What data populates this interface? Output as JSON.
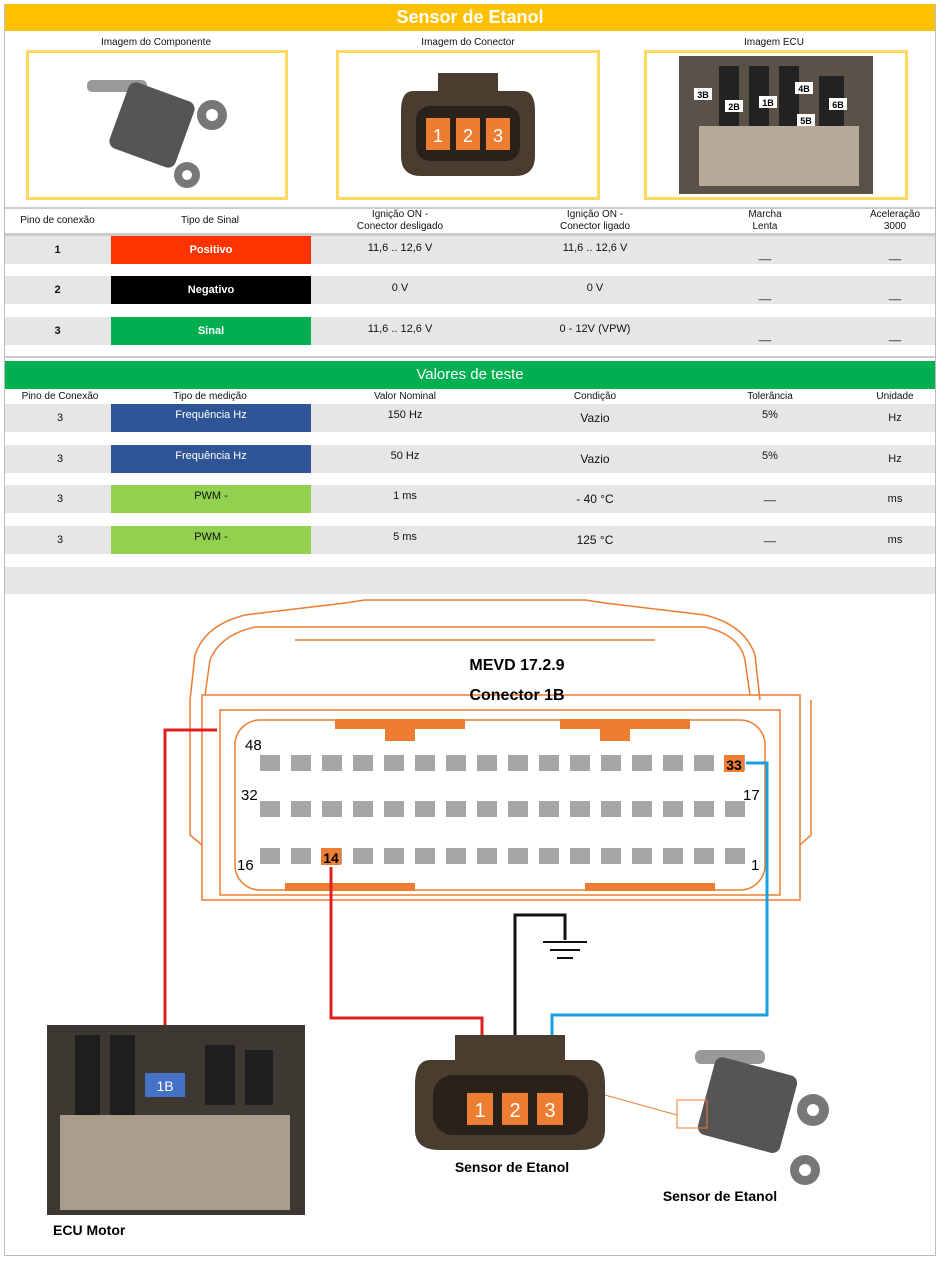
{
  "title": "Sensor de Etanol",
  "images": {
    "component": "Imagem do Componente",
    "connector": "Imagem do Conector",
    "ecu": "Imagem ECU",
    "connector_pins": [
      "1",
      "2",
      "3"
    ],
    "ecu_labels": [
      "3B",
      "2B",
      "1B",
      "4B",
      "5B",
      "6B"
    ]
  },
  "signal_table": {
    "headers": [
      "Pino de conexão",
      "Tipo de Sinal",
      "Ignição ON -\nConector desligado",
      "Ignição ON -\nConector ligado",
      "Marcha\nLenta",
      "Aceleração\n3000"
    ],
    "rows": [
      {
        "pin": "1",
        "type": "Positivo",
        "color": "#FF3300",
        "off": "11,6 .. 12,6 V",
        "on": "11,6 .. 12,6 V",
        "idle": "__",
        "accel": "__"
      },
      {
        "pin": "2",
        "type": "Negativo",
        "color": "#000000",
        "off": "0 V",
        "on": "0 V",
        "idle": "__",
        "accel": "__"
      },
      {
        "pin": "3",
        "type": "Sinal",
        "color": "#00B050",
        "off": "11,6 .. 12,6 V",
        "on": "0 - 12V (VPW)",
        "idle": "__",
        "accel": "__"
      }
    ]
  },
  "test_section": "Valores de teste",
  "test_table": {
    "headers": [
      "Pino de Conexão",
      "Tipo de medição",
      "Valor Nominal",
      "Condição",
      "Tolerância",
      "Unidade"
    ],
    "rows": [
      {
        "pin": "3",
        "type": "Frequência Hz",
        "color": "#2F5597",
        "nominal": "150 Hz",
        "cond": "Vazio",
        "tol": "5%",
        "unit": "Hz"
      },
      {
        "pin": "3",
        "type": "Frequência Hz",
        "color": "#2F5597",
        "nominal": "50 Hz",
        "cond": "Vazio",
        "tol": "5%",
        "unit": "Hz"
      },
      {
        "pin": "3",
        "type": "PWM -",
        "color": "#92D050",
        "nominal": "1 ms",
        "cond": "- 40 °C",
        "tol": "__",
        "unit": "ms"
      },
      {
        "pin": "3",
        "type": "PWM -",
        "color": "#92D050",
        "nominal": "5 ms",
        "cond": "125 °C",
        "tol": "__",
        "unit": "ms"
      }
    ]
  },
  "diagram": {
    "ecu_model": "MEVD 17.2.9",
    "connector": "Conector 1B",
    "pin_labels": {
      "tl": "48",
      "ml": "32",
      "bl": "16",
      "mr": "17",
      "br": "1"
    },
    "highlight_pins": [
      "33",
      "14"
    ],
    "ecu_tag": "1B",
    "ecu_caption": "ECU Motor",
    "sensor_connector_caption": "Sensor de Etanol",
    "sensor_caption": "Sensor de Etanol",
    "sensor_pins": [
      "1",
      "2",
      "3"
    ]
  }
}
